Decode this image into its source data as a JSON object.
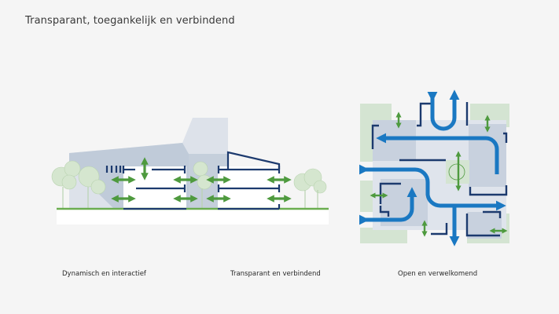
{
  "title": "Transparant, toegankelijk en verbindend",
  "captions": [
    "Dynamisch en interactief",
    "Transparant en verbindend",
    "Open en verwelkomend"
  ],
  "colors": {
    "background": "#f5f5f5",
    "structure_navy": "#1c3a6e",
    "flow_blue": "#1a78c2",
    "arrow_green": "#4e9a3e",
    "ground_green": "#6aad4f",
    "volume_grey": "#c8d1de",
    "tree_green": "#d5e6cf",
    "zone_green": "#d4e4d2"
  }
}
